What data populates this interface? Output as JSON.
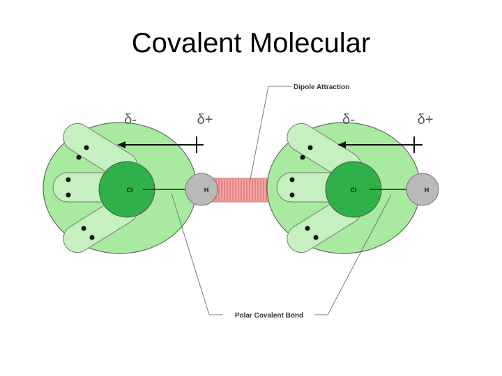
{
  "slide": {
    "title": "Covalent Molecular"
  },
  "diagram": {
    "molecules": [
      {
        "central_atom": "Cl",
        "bonded_atom": "H",
        "partial_neg": "δ-",
        "partial_pos": "δ+"
      },
      {
        "central_atom": "Cl",
        "bonded_atom": "H",
        "partial_neg": "δ-",
        "partial_pos": "δ+"
      }
    ],
    "labels": {
      "dipole_attraction": "Dipole Attraction",
      "polar_covalent_bond": "Polar Covalent Bond"
    }
  },
  "colors": {
    "molecule_fill": "#a7eaa0",
    "lone_pair_fill": "#c6f0c0",
    "chlorine_fill": "#2fb048",
    "hydrogen_fill": "#b9b9b9",
    "dipole_fill": "#f3a6a6",
    "dipole_stripe": "#d85d5d",
    "outline": "#666666"
  }
}
